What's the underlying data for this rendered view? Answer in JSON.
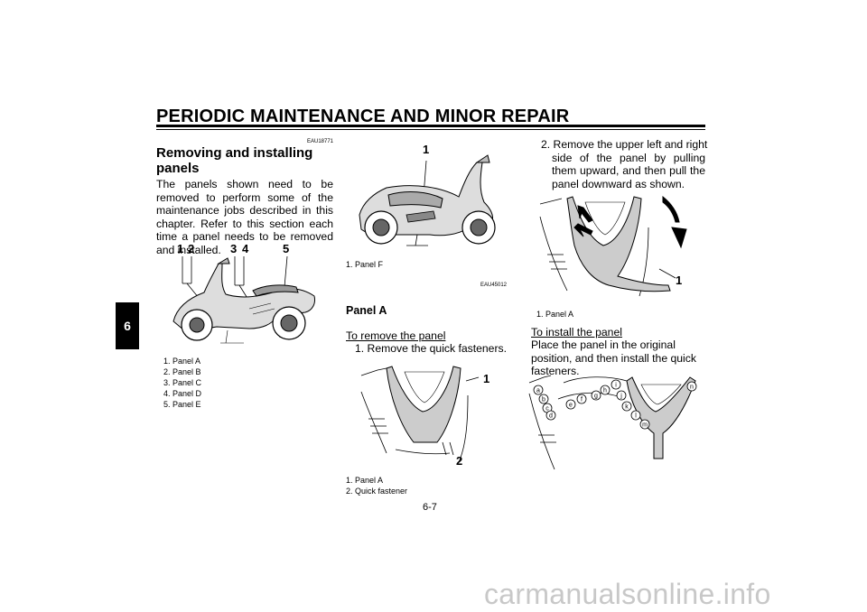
{
  "header": {
    "title": "PERIODIC MAINTENANCE AND MINOR REPAIR"
  },
  "chapter_tab": "6",
  "col1": {
    "code": "EAU18771",
    "heading_line1": "Removing and installing",
    "heading_line2": "panels",
    "body": "The panels shown need to be removed to perform some of the maintenance jobs described in this chapter. Refer to this section each time a panel needs to be removed and installed.",
    "callouts": [
      "1",
      "2",
      "3",
      "4",
      "5"
    ],
    "legend": [
      "1. Panel A",
      "2. Panel B",
      "3. Panel C",
      "4. Panel D",
      "5. Panel E"
    ]
  },
  "col2": {
    "fig_callout": "1",
    "fig_legend": [
      "1. Panel F"
    ],
    "code": "EAU45012",
    "heading": "Panel A",
    "subheading": "To remove the panel",
    "step1": "1. Remove the quick fasteners.",
    "fig2_callouts": [
      "1",
      "2"
    ],
    "fig2_legend": [
      "1. Panel A",
      "2. Quick fastener"
    ]
  },
  "col3": {
    "step2_line1": "2. Remove the upper left and right",
    "step2_rest": "side of the panel by pulling them upward, and then pull the panel downward as shown.",
    "fig_callout": "1",
    "fig_legend": [
      "1. Panel A"
    ],
    "subheading": "To install the panel",
    "body": "Place the panel in the original position, and then install the quick fasteners.",
    "fastener_letters": [
      "a",
      "b",
      "c",
      "d",
      "e",
      "f",
      "g",
      "h",
      "i",
      "j",
      "k",
      "l",
      "m",
      "n"
    ]
  },
  "footer": {
    "page_number": "6-7"
  },
  "watermark": "carmanualsonline.info"
}
